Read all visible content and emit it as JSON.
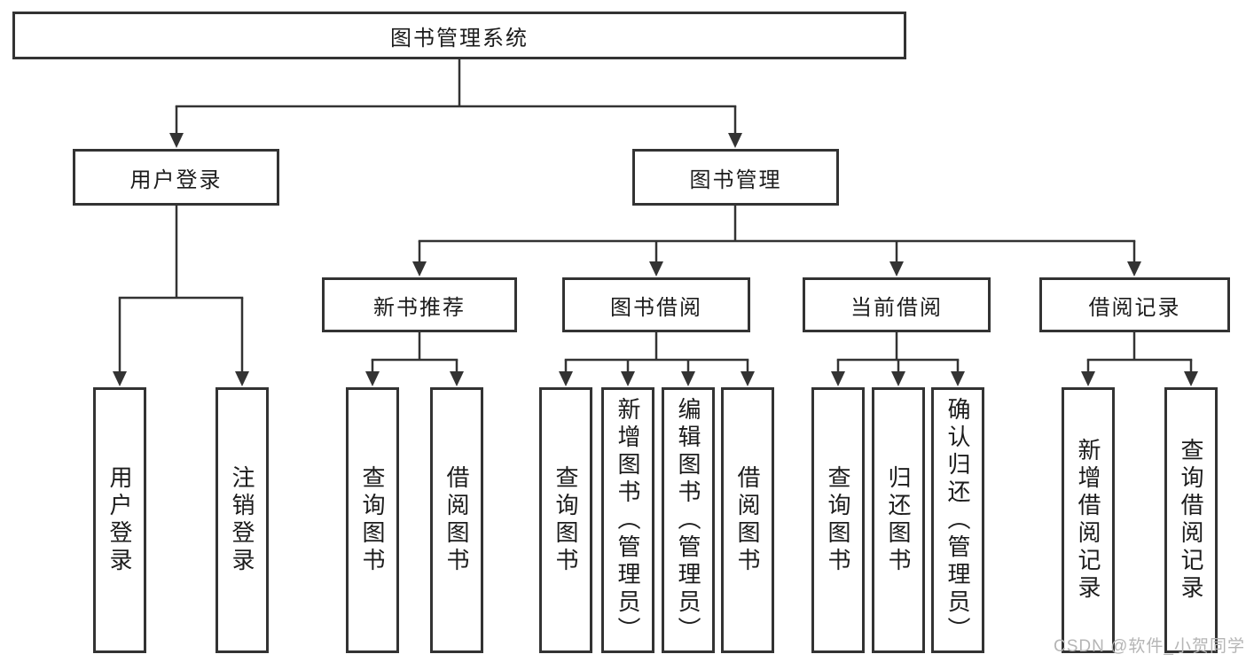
{
  "tree": {
    "root": {
      "label": "图书管理系统"
    },
    "level2": [
      {
        "label": "用户登录",
        "children": [
          {
            "label": "用户登录"
          },
          {
            "label": "注销登录"
          }
        ]
      },
      {
        "label": "图书管理",
        "children": [
          {
            "label": "新书推荐",
            "children": [
              {
                "label": "查询图书"
              },
              {
                "label": "借阅图书"
              }
            ]
          },
          {
            "label": "图书借阅",
            "children": [
              {
                "label": "查询图书"
              },
              {
                "label": "新增图书（管理员）"
              },
              {
                "label": "编辑图书（管理员）"
              },
              {
                "label": "借阅图书"
              }
            ]
          },
          {
            "label": "当前借阅",
            "children": [
              {
                "label": "查询图书"
              },
              {
                "label": "归还图书"
              },
              {
                "label": "确认归还（管理员）"
              }
            ]
          },
          {
            "label": "借阅记录",
            "children": [
              {
                "label": "新增借阅记录"
              },
              {
                "label": "查询借阅记录"
              }
            ]
          }
        ]
      }
    ]
  },
  "watermark": {
    "text": "CSDN @软件_小贺同学"
  },
  "colors": {
    "line": "#333333",
    "box_border": "#333333",
    "box_fill": "#ffffff",
    "text": "#1c1c1c",
    "watermark": "#b5b5b5",
    "background": "#ffffff"
  }
}
